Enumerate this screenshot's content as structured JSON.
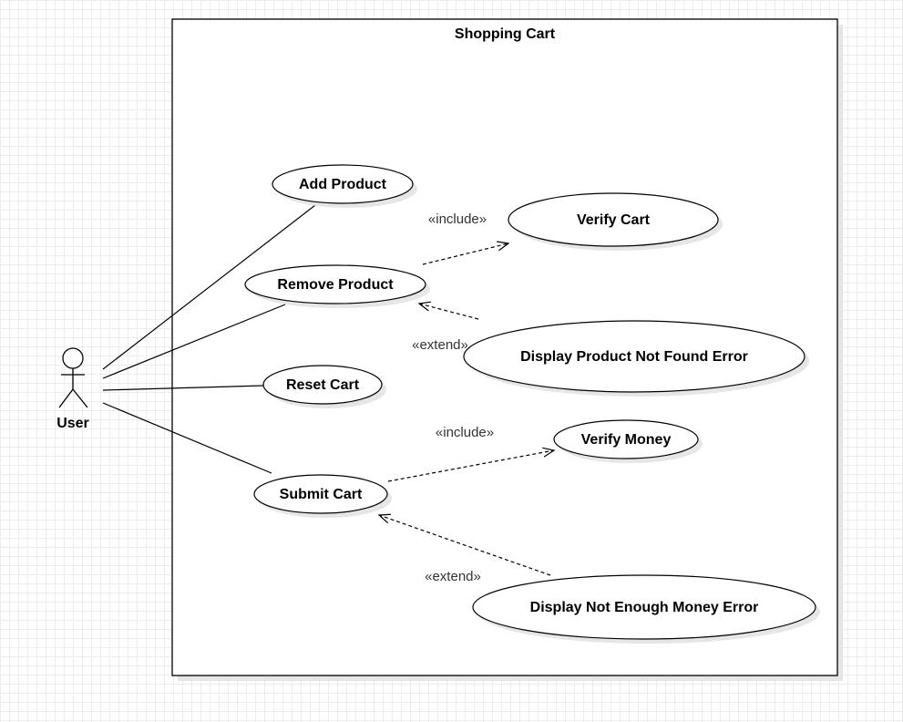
{
  "diagram": {
    "system": {
      "title": "Shopping Cart"
    },
    "actor": {
      "label": "User"
    },
    "use_cases": {
      "add_product": "Add Product",
      "remove_product": "Remove Product",
      "reset_cart": "Reset Cart",
      "submit_cart": "Submit Cart",
      "verify_cart": "Verify Cart",
      "product_not_found": "Display Product Not Found Error",
      "verify_money": "Verify Money",
      "not_enough_money": "Display Not Enough Money Error"
    },
    "relations": {
      "include_verify_cart": "«include»",
      "extend_product_not_found": "«extend»",
      "include_verify_money": "«include»",
      "extend_not_enough_money": "«extend»"
    }
  }
}
